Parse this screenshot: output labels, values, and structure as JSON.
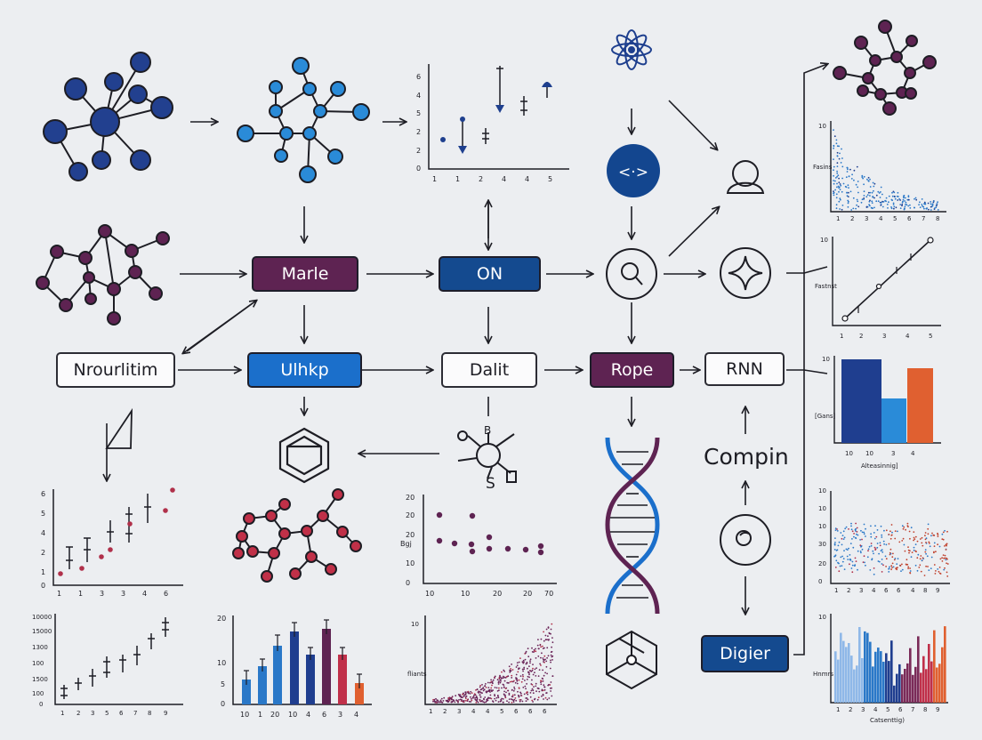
{
  "diagram": {
    "nodes": {
      "marle": {
        "label": "Marle",
        "color": "#5e2352"
      },
      "on": {
        "label": "ON",
        "color": "#144a8f"
      },
      "neuro": {
        "label": "Nrourlitim"
      },
      "ulhkp": {
        "label": "Ulhkp",
        "color": "#1b6fcb"
      },
      "dalit": {
        "label": "Dalit"
      },
      "rope": {
        "label": "Rope",
        "color": "#5e2352"
      },
      "rnn": {
        "label": "RNN"
      },
      "digier": {
        "label": "Digier",
        "color": "#144a8f"
      }
    },
    "floating_label": "Compin",
    "icon_symbols": {
      "code": "<·>",
      "letter_s": "S",
      "letter_b": "B"
    },
    "colors": {
      "navy": "#1f3e8f",
      "blue": "#2878c8",
      "plum": "#5e2352",
      "rose": "#b0304a",
      "orange": "#e06030",
      "ink": "#1d1d24"
    }
  }
}
